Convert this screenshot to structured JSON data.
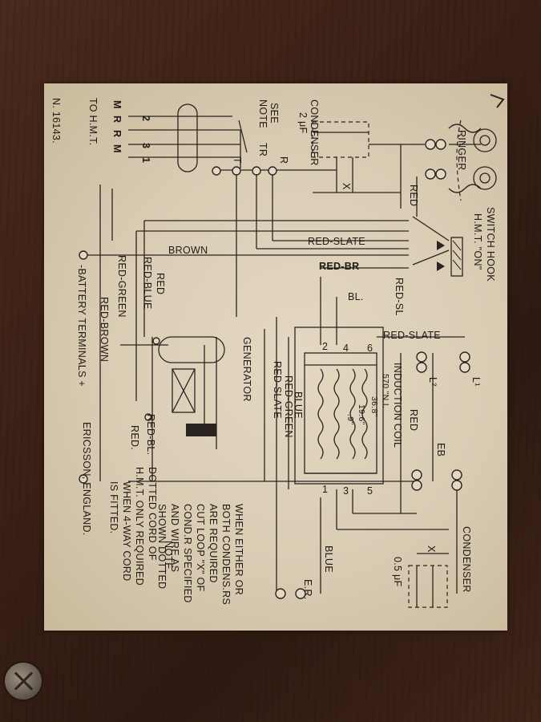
{
  "colors": {
    "wood": "#3a2016",
    "card": "#dccfb8",
    "ink": "#1f1b17"
  },
  "labels": {
    "part_no": "N. 16143.",
    "to_hmt": "TO H.M.T.",
    "m1": "M",
    "r1": "R",
    "r2": "R",
    "m2": "M",
    "arrow_2": "2",
    "arrow_3": "3",
    "arrow_1": "1",
    "see": "SEE",
    "note": "NOTE",
    "tr": "TR",
    "t": "T",
    "r": "R",
    "condenser_top": "CONDENSER",
    "condenser_top_value": "2 μF",
    "x_top": "X",
    "ringer": "RINGER",
    "switch_hook": "SWITCH HOOK",
    "hmt_on": "H.M.T. \"ON\"",
    "red_top": "RED",
    "brown": "BROWN",
    "red_slate_1": "RED-SLATE",
    "red_br": "RED-BR",
    "red_sl": "RED-SL",
    "bl": "BL.",
    "red_slate_2": "RED-SLATE",
    "l1": "L¹",
    "l2": "L²",
    "red_right": "RED",
    "eb": "EB",
    "induction": "INDUCTION COIL",
    "ohm_570": "570 \"N.I.",
    "ohm_36": "36.8\"",
    "ohm_19": "19.6\"",
    "ohm_9": ".9\"",
    "term_2": "2",
    "term_4": "4",
    "term_6": "6",
    "term_1": "1",
    "term_3": "3",
    "term_5": "5",
    "blue_coil": "BLUE",
    "red_green_coil": "RED-GREEN",
    "red_slate_coil": "RED-SLATE",
    "generator": "GENERATOR",
    "red": "RED",
    "red_blue": "RED-BLUE",
    "red_green": "RED-GREEN",
    "red_brown": "RED-BROWN",
    "red_bl": "RED-BL.",
    "red_short": "RED.",
    "battery": "-BATTERY TERMINALS +",
    "note_title": "NOTE.",
    "note_lines": [
      "DOTTED CORD OF",
      "H.M.T. ONLY REQUIRED",
      "WHEN 4-WAY CORD",
      "IS FITTED."
    ],
    "when_lines": [
      "WHEN EITHER OR",
      "BOTH CONDENS.RS",
      "ARE REQUIRED",
      "CUT LOOP \"X\" OF",
      "COND.R SPECIFIED",
      "AND WIRE AS",
      "SHOWN DOTTED"
    ],
    "maker": "ERICSSON, ENGLAND.",
    "condenser_bottom": "CONDENSER",
    "condenser_bottom_value": "0.5 μF",
    "x_bottom": "X",
    "blue_bottom": "BLUE",
    "er": "E.R."
  }
}
